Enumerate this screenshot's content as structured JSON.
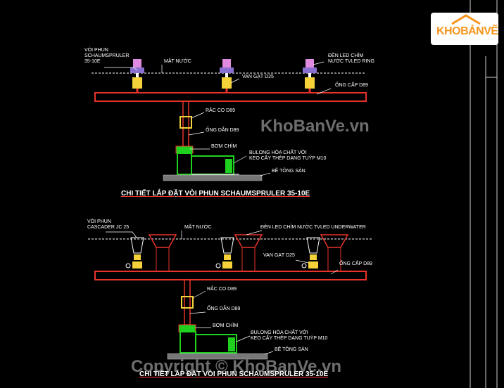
{
  "detail1": {
    "title": "CHI TIẾT LẮP ĐẶT VÒI PHUN SCHAUMSPRULER 35-10E",
    "labels": {
      "nozzle": "VÒI PHUN\nSCHAUMSPRULER\n35-10E",
      "water_surface": "MẶT NƯỚC",
      "led": "ĐÈN LED CHÌM\nNƯỚC TVLED RING",
      "valve": "VAN GẠT D25",
      "main_pipe": "ỐNG CẤP D89",
      "union": "RẮC CO D89",
      "lead_pipe": "ỐNG DẪN D89",
      "pump": "BƠM CHÌM",
      "bolt": "BULONG HÓA CHẤT VỚI\nKEO CẤY THÉP DẠNG TUÝP M10",
      "floor": "BÊ TÔNG SÀN"
    }
  },
  "detail2": {
    "title": "CHI TIẾT LẮP ĐẶT VÒI PHUN SCHAUMSPRULER 35-10E",
    "labels": {
      "nozzle": "VÒI PHUN\nCASCADER JC 25",
      "water_surface": "MẶT NƯỚC",
      "led": "ĐÈN LED CHÌM NƯỚC TVLED UNDERWATER",
      "valve": "VAN GẠT D25",
      "main_pipe": "ỐNG CẤP D89",
      "union": "RẮC CO D89",
      "lead_pipe": "ỐNG DẪN D89",
      "pump": "BƠM CHÌM",
      "bolt": "BULONG HÓA CHẤT VỚI\nKEO CẤY THÉP DẠNG TUÝP M10",
      "floor": "BÊ TÔNG SÀN"
    }
  },
  "watermarks": {
    "center": "KhoBanVe.vn",
    "bottom": "Copyright © KhoBanVe.vn"
  },
  "logo": {
    "kho": "KHO",
    "banve": "BẢNVẼ"
  },
  "colors": {
    "background": "#000000",
    "pipe": "#e8332b",
    "pump": "#1fd11f",
    "valve": "#f5d23a",
    "led": "#e08ae0",
    "line": "#ffffff",
    "title_underline": "#ff3333"
  }
}
